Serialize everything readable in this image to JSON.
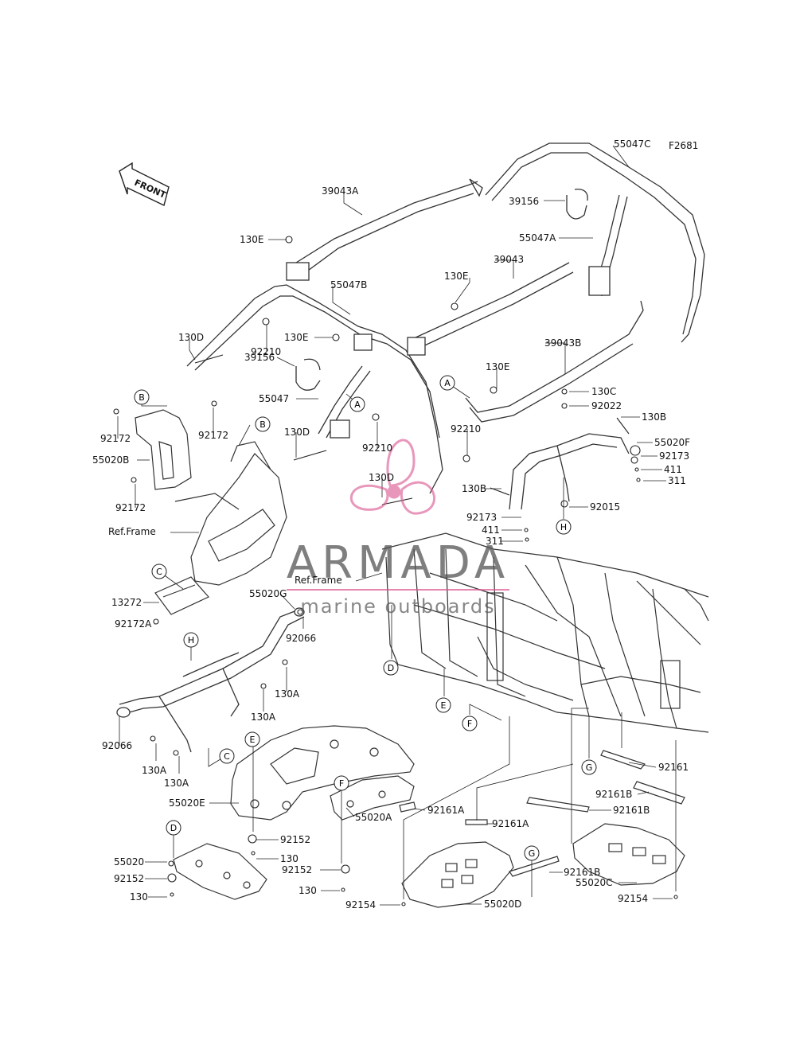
{
  "figure_code": "F2681",
  "front_label": "FRONT",
  "watermark": {
    "brand": "ARMADA",
    "tagline": "marine outboards",
    "pink": "#d9538f",
    "grey": "#555555"
  },
  "part_labels": [
    "55047C",
    "39043A",
    "39156",
    "130E",
    "55047A",
    "39043",
    "55047B",
    "130E",
    "130D",
    "92210",
    "130E",
    "39043B",
    "39156",
    "130E",
    "55047",
    "92172",
    "92172",
    "130C",
    "92022",
    "130B",
    "55020B",
    "130D",
    "92210",
    "92210",
    "55020F",
    "92173",
    "130D",
    "411",
    "311",
    "92172",
    "130B",
    "92015",
    "92173",
    "411",
    "311",
    "13272",
    "55020G",
    "92066",
    "92172A",
    "130A",
    "130A",
    "92066",
    "130A",
    "130A",
    "55020E",
    "92161",
    "92161B",
    "92161B",
    "92161A",
    "92161A",
    "92152",
    "55020A",
    "55020",
    "130",
    "92152",
    "92161B",
    "92152",
    "130",
    "55020C",
    "130",
    "92154",
    "55020D",
    "92154"
  ],
  "ref_labels": [
    "Ref.Frame",
    "Ref.Frame"
  ],
  "circle_labels": [
    "A",
    "A",
    "B",
    "B",
    "C",
    "C",
    "D",
    "D",
    "E",
    "E",
    "F",
    "F",
    "G",
    "G",
    "H",
    "H"
  ]
}
